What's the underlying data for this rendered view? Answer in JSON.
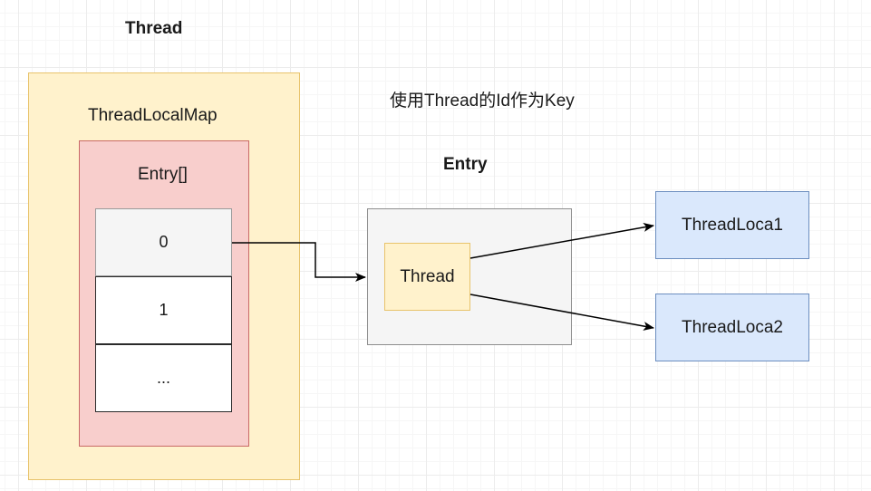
{
  "thread": {
    "title": "Thread",
    "map_label": "ThreadLocalMap",
    "entry_array_label": "Entry[]",
    "cells": [
      "0",
      "1",
      "..."
    ]
  },
  "note": "使用Thread的Id作为Key",
  "entry": {
    "title": "Entry",
    "key_label": "Thread"
  },
  "thread_locals": [
    "ThreadLoca1",
    "ThreadLoca2"
  ],
  "colors": {
    "thread_fill": "#fff2cc",
    "thread_stroke": "#e8c36b",
    "entry_array_fill": "#f8cecc",
    "entry_array_stroke": "#c96a66",
    "entry_fill": "#f5f5f5",
    "threadlocal_fill": "#dae8fc",
    "threadlocal_stroke": "#6c8ebf",
    "arrow": "#000000"
  }
}
